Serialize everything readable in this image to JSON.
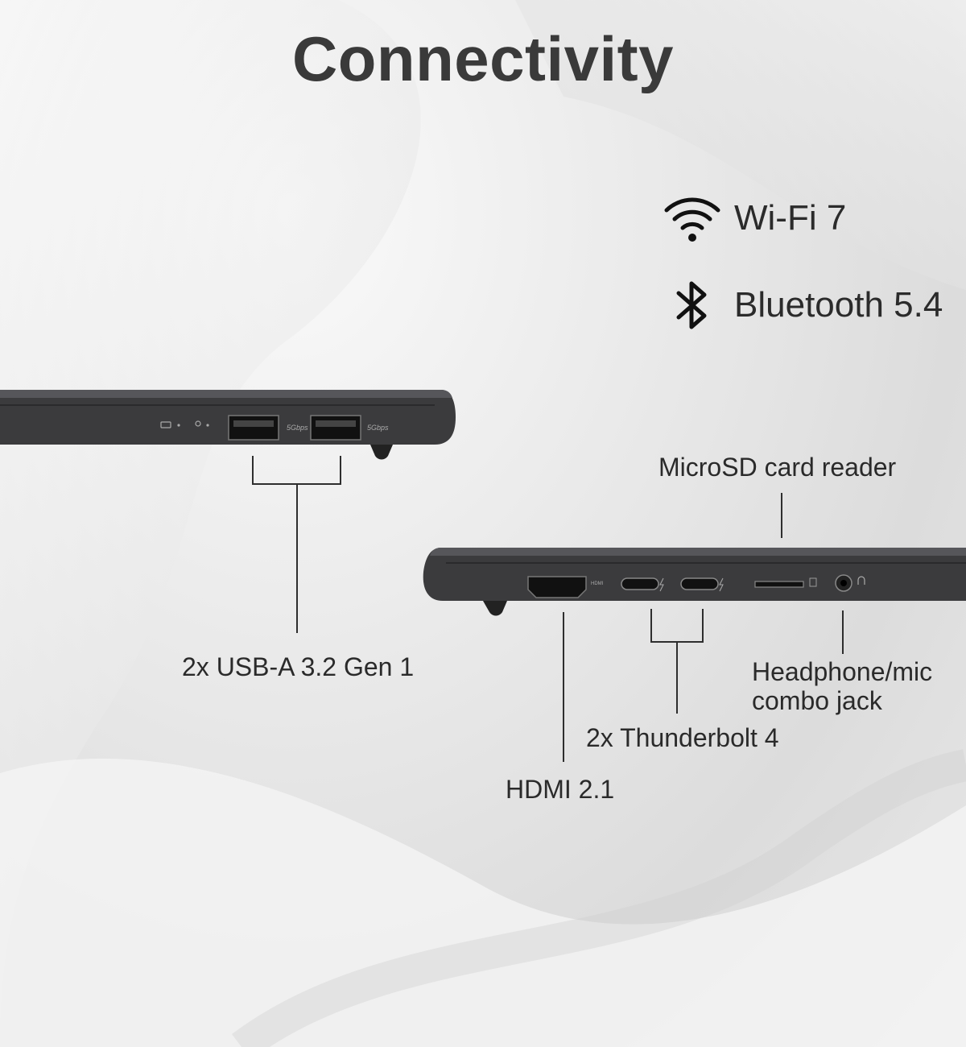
{
  "title": "Connectivity",
  "wireless": [
    {
      "label": "Wi-Fi 7",
      "icon": "wifi-icon"
    },
    {
      "label": "Bluetooth 5.4",
      "icon": "bluetooth-icon"
    }
  ],
  "ports": {
    "usb_a": "2x USB-A 3.2 Gen 1",
    "microsd": "MicroSD card reader",
    "headphone_line1": "Headphone/mic",
    "headphone_line2": "combo jack",
    "thunderbolt": "2x Thunderbolt 4",
    "hdmi": "HDMI 2.1"
  },
  "port_markings": {
    "usb_speed": "5Gbps",
    "hdmi": "HDMI"
  },
  "colors": {
    "title": "#3a3a3a",
    "laptop_body": "#3b3b3d",
    "text": "#2b2b2b"
  }
}
